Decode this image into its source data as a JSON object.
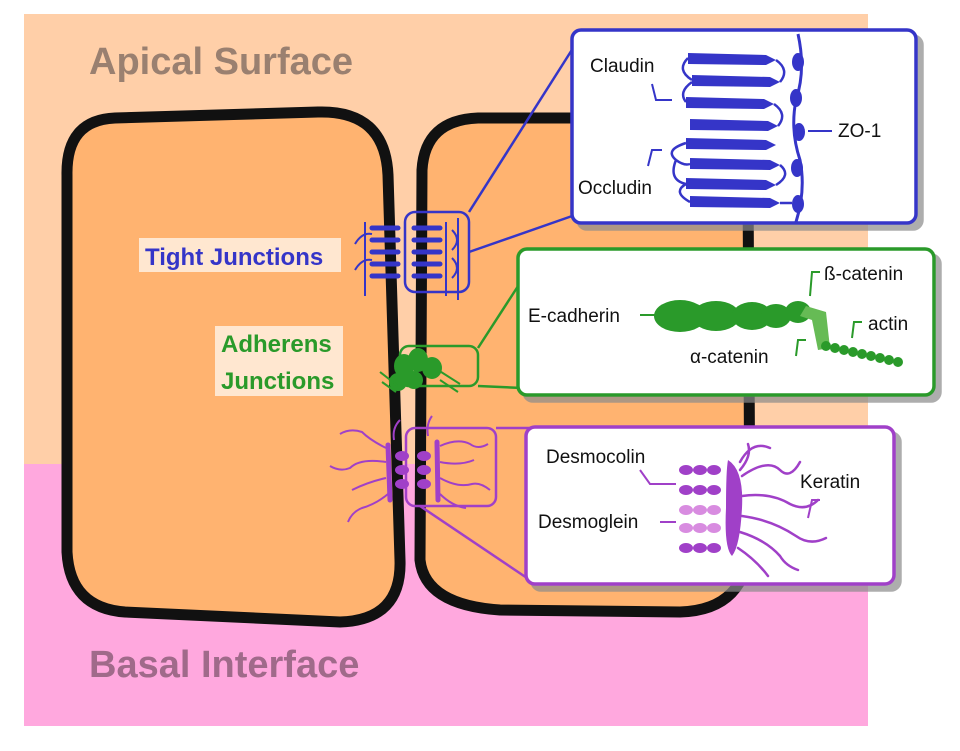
{
  "regions": {
    "apical": {
      "label": "Apical Surface",
      "color": "#FFCFA8",
      "text_color": "#9A8070"
    },
    "basal": {
      "label": "Basal Interface",
      "color": "#FFA8DE",
      "text_color": "#A06A8A"
    }
  },
  "cells": {
    "fill": "#FFB370",
    "outline": "#111111"
  },
  "junctions": {
    "tight": {
      "label": "Tight Junctions",
      "color": "#3535C8",
      "inset_parts": [
        "Claudin",
        "ZO-1",
        "Occludin"
      ]
    },
    "adherens": {
      "label_line1": "Adherens",
      "label_line2": "Junctions",
      "color": "#2A9A2A",
      "inset_parts": [
        "E-cadherin",
        "ß-catenin",
        "actin",
        "α-catenin"
      ]
    },
    "desmosome": {
      "color": "#A040C8",
      "inset_parts": [
        "Desmocolin",
        "Keratin",
        "Desmoglein"
      ]
    }
  }
}
